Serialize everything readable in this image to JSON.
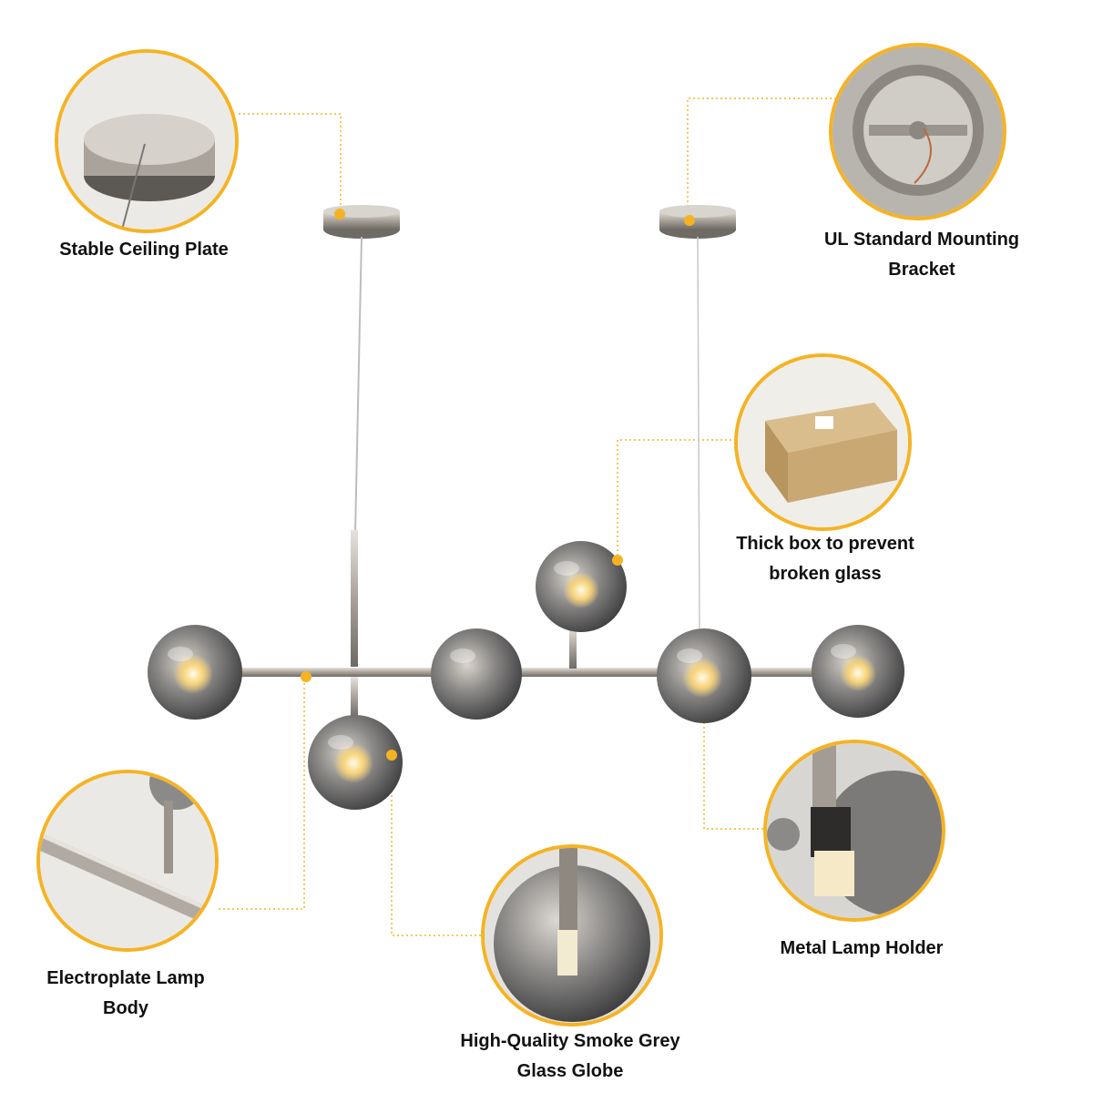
{
  "accent_color": "#f5b324",
  "labels": {
    "ceiling_plate": "Stable Ceiling Plate",
    "mounting_bracket_line1": "UL Standard Mounting",
    "mounting_bracket_line2": "Bracket",
    "box_line1": "Thick box to prevent",
    "box_line2": "broken glass",
    "lamp_body_line1": "Electroplate Lamp",
    "lamp_body_line2": "Body",
    "globe_line1": "High-Quality Smoke Grey",
    "globe_line2": "Glass Globe",
    "lamp_holder": "Metal Lamp Holder"
  },
  "icons": {
    "ceiling_plate": "ceiling-plate-photo",
    "bracket": "mounting-bracket-photo",
    "box": "packaging-box-photo",
    "lamp_body": "lamp-body-photo",
    "globe": "glass-globe-photo",
    "holder": "lamp-holder-photo"
  }
}
